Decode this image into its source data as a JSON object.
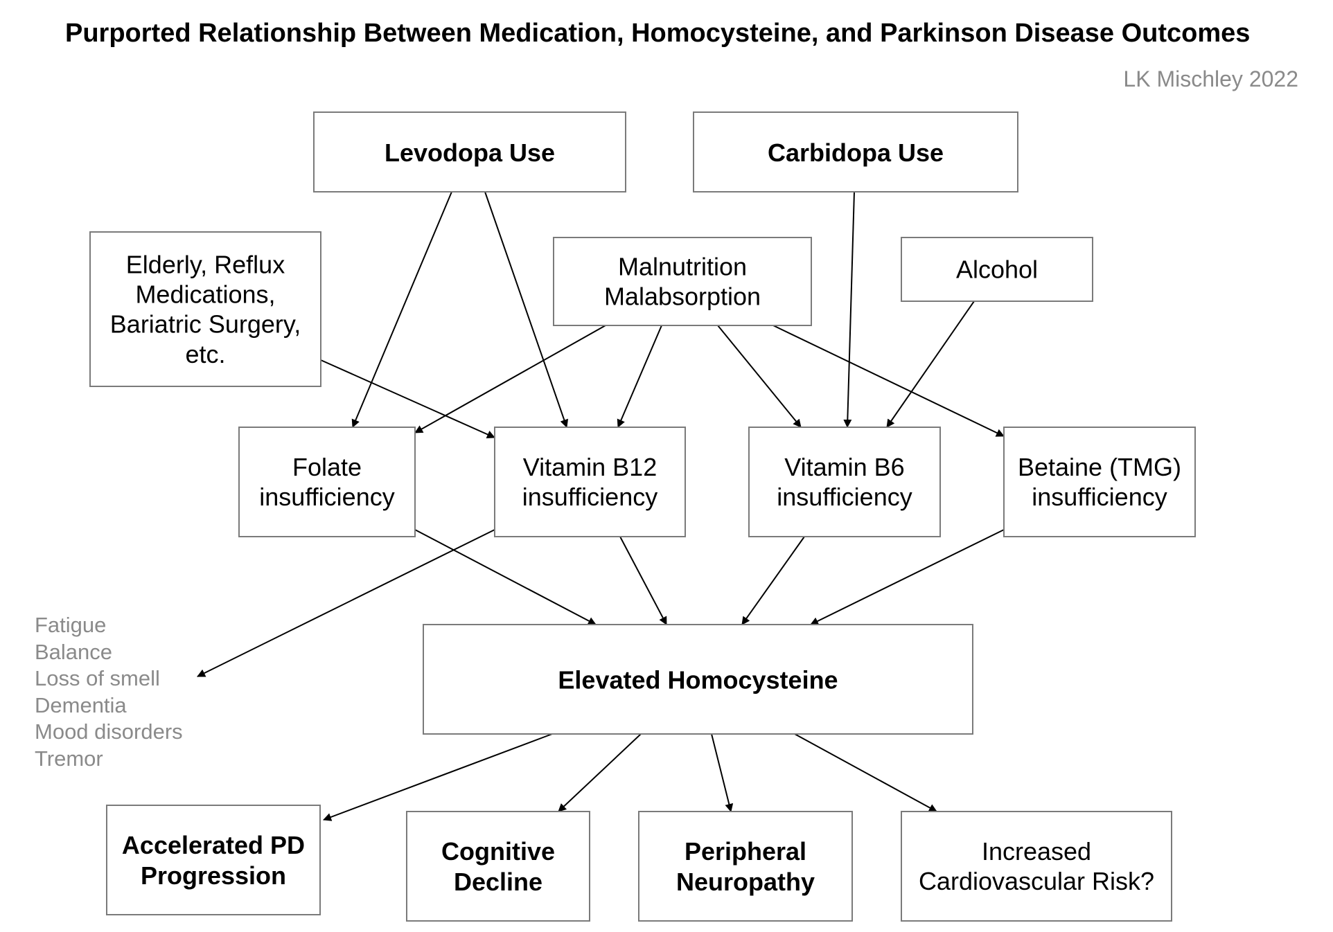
{
  "title": "Purported Relationship Between Medication, Homocysteine, and Parkinson Disease Outcomes",
  "credit": "LK Mischley 2022",
  "nodes": {
    "levodopa": {
      "lines": [
        "Levodopa Use"
      ],
      "bold": true
    },
    "carbidopa": {
      "lines": [
        "Carbidopa Use"
      ],
      "bold": true
    },
    "elderly": {
      "lines": [
        "Elderly, Reflux",
        "Medications,",
        "Bariatric Surgery,",
        "etc."
      ],
      "bold": false
    },
    "malnutrition": {
      "lines": [
        "Malnutrition",
        "Malabsorption"
      ],
      "bold": false
    },
    "alcohol": {
      "lines": [
        "Alcohol"
      ],
      "bold": false
    },
    "folate": {
      "lines": [
        "Folate",
        "insufficiency"
      ],
      "bold": false
    },
    "b12": {
      "lines": [
        "Vitamin B12",
        "insufficiency"
      ],
      "bold": false
    },
    "b6": {
      "lines": [
        "Vitamin B6",
        "insufficiency"
      ],
      "bold": false
    },
    "betaine": {
      "lines": [
        "Betaine (TMG)",
        "insufficiency"
      ],
      "bold": false
    },
    "homocysteine": {
      "lines": [
        "Elevated Homocysteine"
      ],
      "bold": true
    },
    "pd": {
      "lines": [
        "Accelerated PD",
        "Progression"
      ],
      "bold": true
    },
    "cognitive": {
      "lines": [
        "Cognitive",
        "Decline"
      ],
      "bold": true
    },
    "neuropathy": {
      "lines": [
        "Peripheral",
        "Neuropathy"
      ],
      "bold": true
    },
    "cardio": {
      "lines": [
        "Increased",
        "Cardiovascular Risk?"
      ],
      "bold": false
    }
  },
  "symptoms": [
    "Fatigue",
    "Balance",
    "Loss of smell",
    "Dementia",
    "Mood disorders",
    "Tremor"
  ],
  "edges": [
    {
      "from": "levodopa",
      "to": "folate"
    },
    {
      "from": "levodopa",
      "to": "b12"
    },
    {
      "from": "carbidopa",
      "to": "b6"
    },
    {
      "from": "elderly",
      "to": "b12"
    },
    {
      "from": "malnutrition",
      "to": "folate"
    },
    {
      "from": "malnutrition",
      "to": "b12"
    },
    {
      "from": "malnutrition",
      "to": "b6"
    },
    {
      "from": "malnutrition",
      "to": "betaine"
    },
    {
      "from": "alcohol",
      "to": "b6"
    },
    {
      "from": "folate",
      "to": "homocysteine"
    },
    {
      "from": "b12",
      "to": "homocysteine"
    },
    {
      "from": "b12",
      "to": "symptoms"
    },
    {
      "from": "b6",
      "to": "homocysteine"
    },
    {
      "from": "betaine",
      "to": "homocysteine"
    },
    {
      "from": "homocysteine",
      "to": "pd"
    },
    {
      "from": "homocysteine",
      "to": "cognitive"
    },
    {
      "from": "homocysteine",
      "to": "neuropathy"
    },
    {
      "from": "homocysteine",
      "to": "cardio"
    }
  ]
}
